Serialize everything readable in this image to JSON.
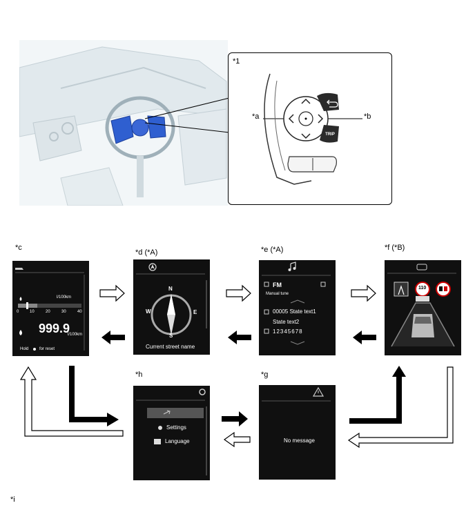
{
  "top": {
    "callout_label": "*1",
    "label_a": "*a",
    "label_b": "*b",
    "trip_label": "TRIP"
  },
  "screens": {
    "c": {
      "label": "*c",
      "unit1": "l/100km",
      "scale": [
        "0",
        "10",
        "20",
        "30",
        "40"
      ],
      "value": "999.9",
      "unit2": "l/100km",
      "hold_text": "Hold",
      "reset_text": "for reset"
    },
    "d": {
      "label": "*d (*A)",
      "north": "N",
      "west": "W",
      "east": "E",
      "south": "S",
      "street": "Current street name"
    },
    "e": {
      "label": "*e (*A)",
      "band": "FM",
      "mode": "Manual tune",
      "state1": "00005 State text1",
      "state2": "State text2",
      "number": "12345678"
    },
    "f": {
      "label": "*f (*B)",
      "speed_sign": "110"
    },
    "g": {
      "label": "*g",
      "message": "No message"
    },
    "h": {
      "label": "*h",
      "item_settings": "Settings",
      "item_language": "Language"
    }
  },
  "footer_label": "*i"
}
